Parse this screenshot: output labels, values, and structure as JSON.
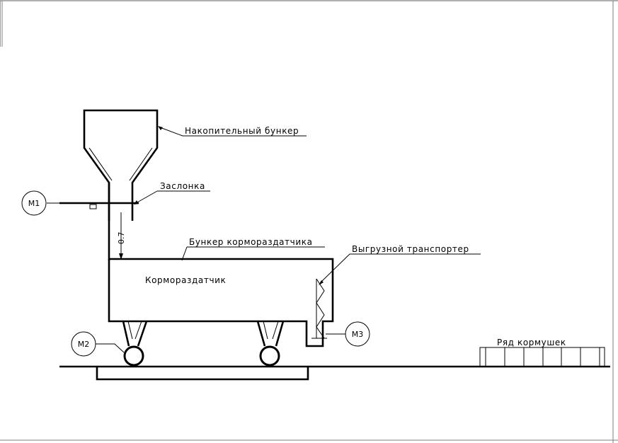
{
  "labels": {
    "storage_hopper": "Накопительный бункер",
    "gate": "Заслонка",
    "distributor_hopper": "Бункер кормораздатчика",
    "unloading_conveyor": "Выгрузной транспортер",
    "distributor": "Кормораздатчик",
    "feeder_row": "Ряд кормушек"
  },
  "motors": {
    "m1": "M1",
    "m2": "M2",
    "m3": "M3"
  },
  "dimensions": {
    "drop_height": "0.7"
  },
  "colors": {
    "line": "#000000",
    "background": "#ffffff",
    "frame": "#7f7f7f"
  }
}
